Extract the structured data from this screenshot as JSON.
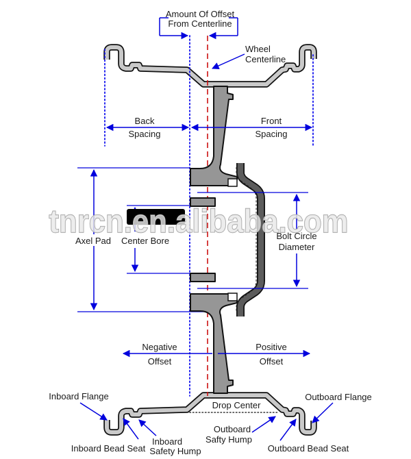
{
  "diagram_title": "Wheel offset cross-section diagram",
  "watermark": {
    "text": "tnrcn.en.alibaba.com"
  },
  "labels": {
    "amount_offset_1": "Amount Of Offset",
    "amount_offset_2": "From Centerline",
    "wheel_centerline_1": "Wheel",
    "wheel_centerline_2": "Centerline",
    "back_spacing_1": "Back",
    "back_spacing_2": "Spacing",
    "front_spacing_1": "Front",
    "front_spacing_2": "Spacing",
    "axel_pad": "Axel Pad",
    "center_bore": "Center Bore",
    "bolt_circle_1": "Bolt Circle",
    "bolt_circle_2": "Diameter",
    "negative_offset_1": "Negative",
    "negative_offset_2": "Offset",
    "positive_offset_1": "Positive",
    "positive_offset_2": "Offset",
    "drop_center": "Drop Center",
    "inboard_flange": "Inboard Flange",
    "inboard_bead_seat": "Inboard Bead Seat",
    "inboard_safety_hump_1": "Inboard",
    "inboard_safety_hump_2": "Safety Hump",
    "outboard_safety_hump_1": "Outboard",
    "outboard_safety_hump_2": "Safty Hump",
    "outboard_bead_seat": "Outboard Bead Seat",
    "outboard_flange": "Outboard Flange"
  },
  "colors": {
    "dimension_blue": "#0000dd",
    "centerline_red": "#cc1111",
    "rim_gray": "#c9c9c9",
    "spoke_gray": "#969696",
    "drum_gray": "#5c5c5c",
    "watermark_gray": "#e9e9e9",
    "badge_black": "#000000"
  }
}
